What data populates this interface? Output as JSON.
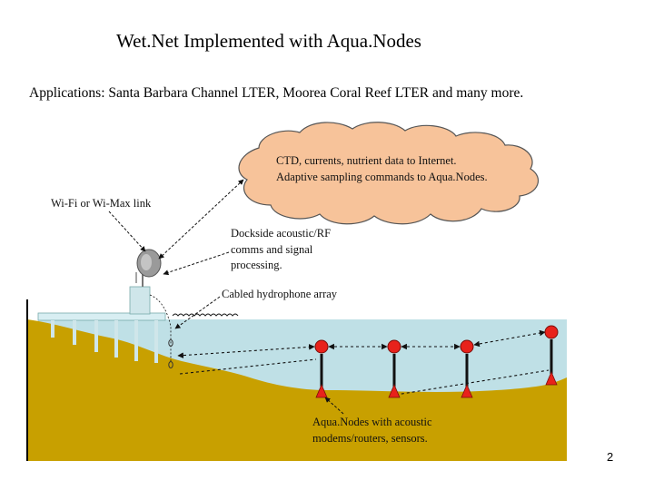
{
  "slide": {
    "title": "Wet.Net Implemented with Aqua.Nodes",
    "subtitle": "Applications:  Santa Barbara Channel LTER, Moorea Coral Reef LTER and many more.",
    "page_number": "2"
  },
  "diagram": {
    "cloud_line1": "CTD, currents, nutrient data to Internet.",
    "cloud_line2": "Adaptive sampling commands to Aqua.Nodes.",
    "wifi_label": "Wi-Fi or Wi-Max link",
    "dockside_line1": "Dockside acoustic/RF",
    "dockside_line2": "comms and signal",
    "dockside_line3": "processing.",
    "hydrophone_label": "Cabled hydrophone array",
    "aquanodes_line1": "Aqua.Nodes with acoustic",
    "aquanodes_line2": "modems/routers, sensors.",
    "colors": {
      "water": "#bfe0e6",
      "seabed": "#c8a000",
      "cloud": "#f7c39a",
      "node": "#e8221b"
    }
  }
}
